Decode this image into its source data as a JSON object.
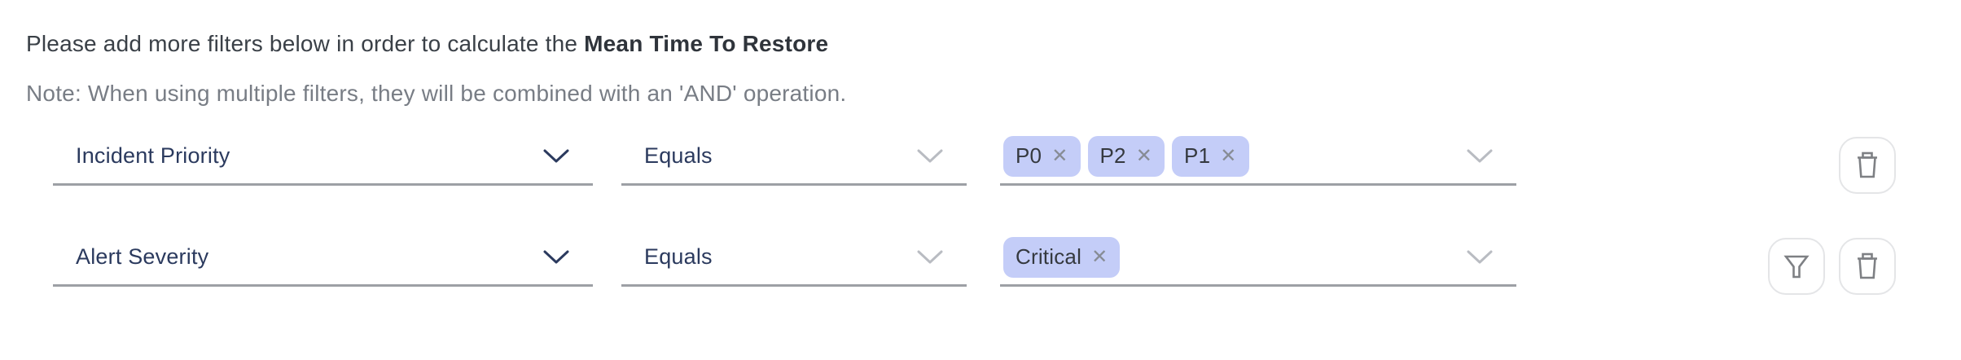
{
  "header": {
    "intro_text": "Please add more filters below in order to calculate the ",
    "metric_name": "Mean Time To Restore",
    "note_text": "Note: When using multiple filters, they will be combined with an 'AND' operation."
  },
  "filters": {
    "rows": [
      {
        "field_label": "Incident Priority",
        "operator_label": "Equals",
        "tags": [
          "P0",
          "P2",
          "P1"
        ],
        "actions": [
          "delete"
        ]
      },
      {
        "field_label": "Alert Severity",
        "operator_label": "Equals",
        "tags": [
          "Critical"
        ],
        "actions": [
          "filter",
          "delete"
        ]
      }
    ]
  },
  "icons": {
    "remove_tag_glyph": "✕",
    "chevron_down": "chevron-down",
    "trash": "trash",
    "filter": "funnel"
  },
  "colors": {
    "tag_background": "#c4cdf8",
    "tag_text": "#35393f",
    "tag_remove": "#878c95",
    "field_text": "#2b3a5e",
    "field_underline": "#9da0a5",
    "chevron_muted": "#b9bcc2",
    "heading_text": "#3a4047",
    "note_text": "#787d85",
    "button_border": "#e4e5e7",
    "button_icon": "#7e8084",
    "page_background": "#ffffff"
  }
}
